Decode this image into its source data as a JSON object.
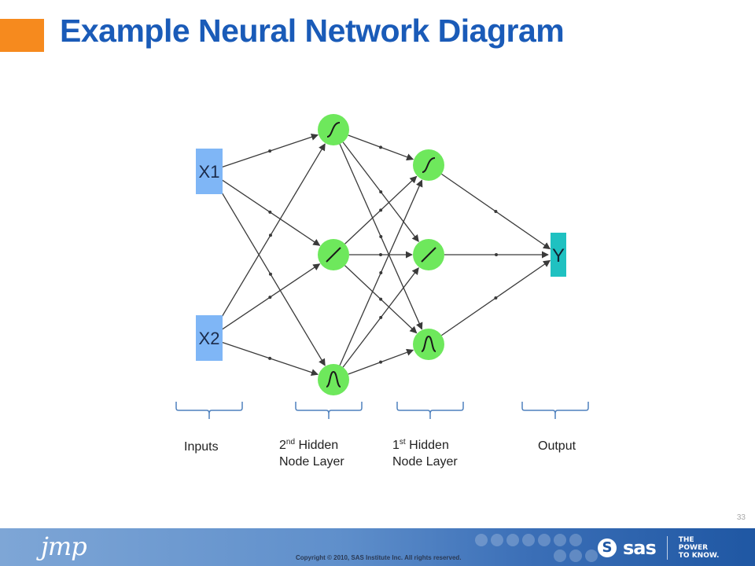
{
  "slide": {
    "title": "Example Neural Network Diagram",
    "page_number": "33"
  },
  "colors": {
    "accent_orange": "#f68a1e",
    "title_blue": "#1a5bb8",
    "input_node": "#7fb6f6",
    "hidden_node": "#6ee85c",
    "output_node": "#1fc1c1",
    "edge": "#3a3a3a"
  },
  "diagram": {
    "inputs": [
      {
        "id": "x1",
        "label": "X1"
      },
      {
        "id": "x2",
        "label": "X2"
      }
    ],
    "hidden_layer_2": [
      {
        "id": "h2a",
        "activation": "sigmoid-icon"
      },
      {
        "id": "h2b",
        "activation": "linear-icon"
      },
      {
        "id": "h2c",
        "activation": "gaussian-icon"
      }
    ],
    "hidden_layer_1": [
      {
        "id": "h1a",
        "activation": "sigmoid-icon"
      },
      {
        "id": "h1b",
        "activation": "linear-icon"
      },
      {
        "id": "h1c",
        "activation": "gaussian-icon"
      }
    ],
    "output": {
      "id": "y",
      "label": "Y"
    },
    "layer_labels": {
      "inputs": "Inputs",
      "hidden2_ordinal": "2",
      "hidden2_suffix": "nd",
      "hidden2_line1": " Hidden",
      "hidden2_line2": "Node Layer",
      "hidden1_ordinal": "1",
      "hidden1_suffix": "st",
      "hidden1_line1": " Hidden",
      "hidden1_line2": "Node Layer",
      "output": "Output"
    }
  },
  "footer": {
    "jmp_logo": "jmp",
    "copyright": "Copyright © 2010, SAS Institute Inc. All rights reserved.",
    "sas_logo": "sas",
    "tagline_line1": "THE",
    "tagline_line2": "POWER",
    "tagline_line3": "TO KNOW."
  }
}
